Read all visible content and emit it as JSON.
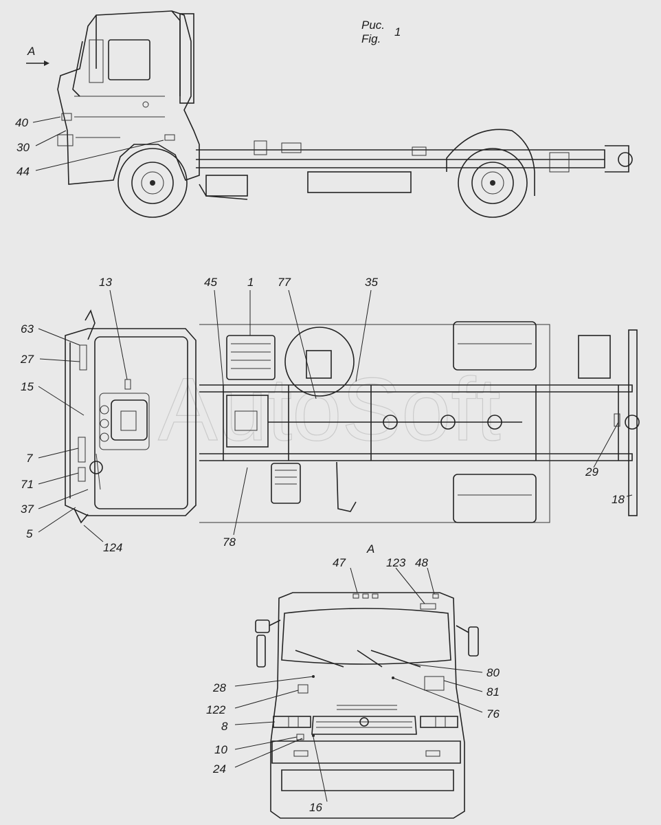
{
  "figure": {
    "caption_ru": "Рис.",
    "caption_en": "Fig.",
    "number": "1",
    "view_marker": "A",
    "view_marker_front": "A",
    "watermark": "AutoSoft"
  },
  "callouts": {
    "side_view": [
      "40",
      "30",
      "44"
    ],
    "top_view": [
      "13",
      "45",
      "1",
      "77",
      "35",
      "63",
      "27",
      "15",
      "7",
      "71",
      "37",
      "5",
      "124",
      "78",
      "29",
      "18"
    ],
    "front_view": [
      "47",
      "123",
      "48",
      "28",
      "80",
      "81",
      "122",
      "76",
      "8",
      "10",
      "24",
      "16"
    ]
  }
}
